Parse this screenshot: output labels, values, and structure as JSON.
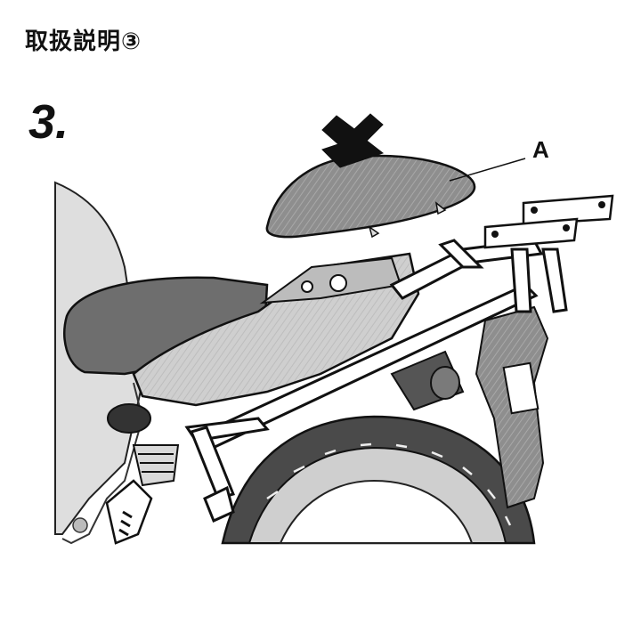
{
  "title": "取扱説明③",
  "step_label": "3.",
  "callout_label": "A",
  "colors": {
    "ink": "#111111",
    "dark_gray": "#6b6b6b",
    "mid_gray": "#9a9a9a",
    "light_gray": "#d2d2d2",
    "white": "#ffffff"
  },
  "icons": [
    "down-arrow-icon"
  ]
}
